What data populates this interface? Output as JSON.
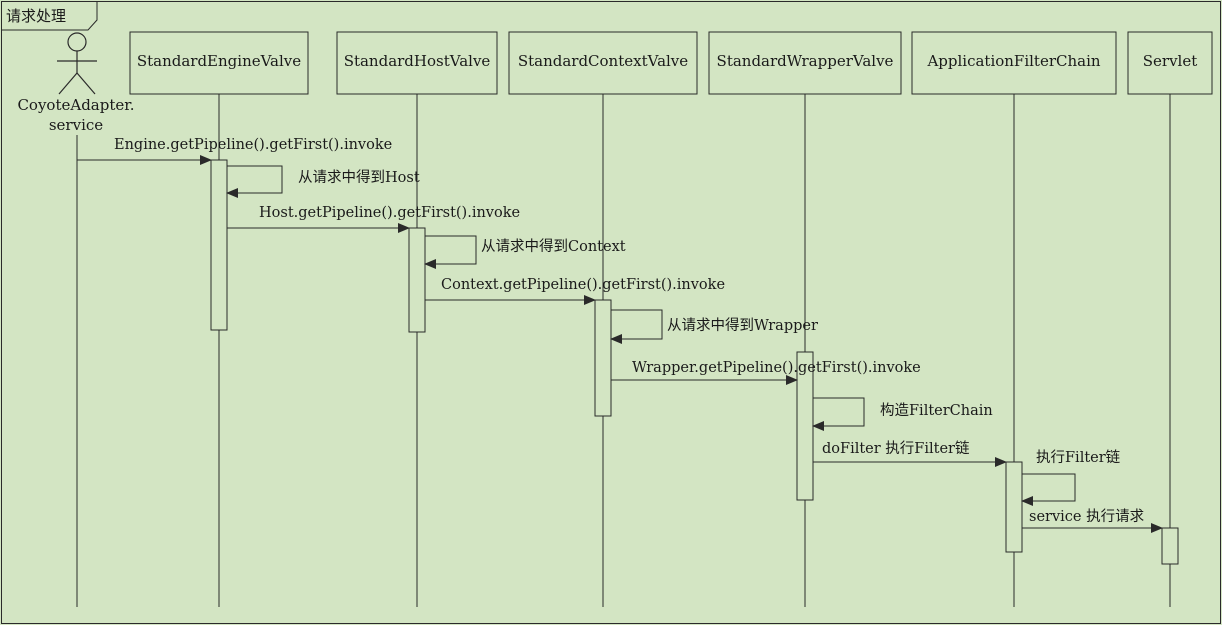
{
  "frame": {
    "title": "请求处理"
  },
  "actor": {
    "name_line1": "CoyoteAdapter.",
    "name_line2": "service"
  },
  "participants": [
    "StandardEngineValve",
    "StandardHostValve",
    "StandardContextValve",
    "StandardWrapperValve",
    "ApplicationFilterChain",
    "Servlet"
  ],
  "messages": [
    {
      "label": "Engine.getPipeline().getFirst().invoke",
      "kind": "call"
    },
    {
      "label": "从请求中得到Host",
      "kind": "self"
    },
    {
      "label": "Host.getPipeline().getFirst().invoke",
      "kind": "call"
    },
    {
      "label": "从请求中得到Context",
      "kind": "self"
    },
    {
      "label": "Context.getPipeline().getFirst().invoke",
      "kind": "call"
    },
    {
      "label": "从请求中得到Wrapper",
      "kind": "self"
    },
    {
      "label": "Wrapper.getPipeline().getFirst().invoke",
      "kind": "call"
    },
    {
      "label": "构造FilterChain",
      "kind": "self"
    },
    {
      "label": "doFilter 执行Filter链",
      "kind": "call"
    },
    {
      "label": "执行Filter链",
      "kind": "self"
    },
    {
      "label": "service 执行请求",
      "kind": "call"
    }
  ],
  "colors": {
    "background": "#d3e5c3",
    "line": "#2a2a2a",
    "text": "#1a1a1a"
  }
}
